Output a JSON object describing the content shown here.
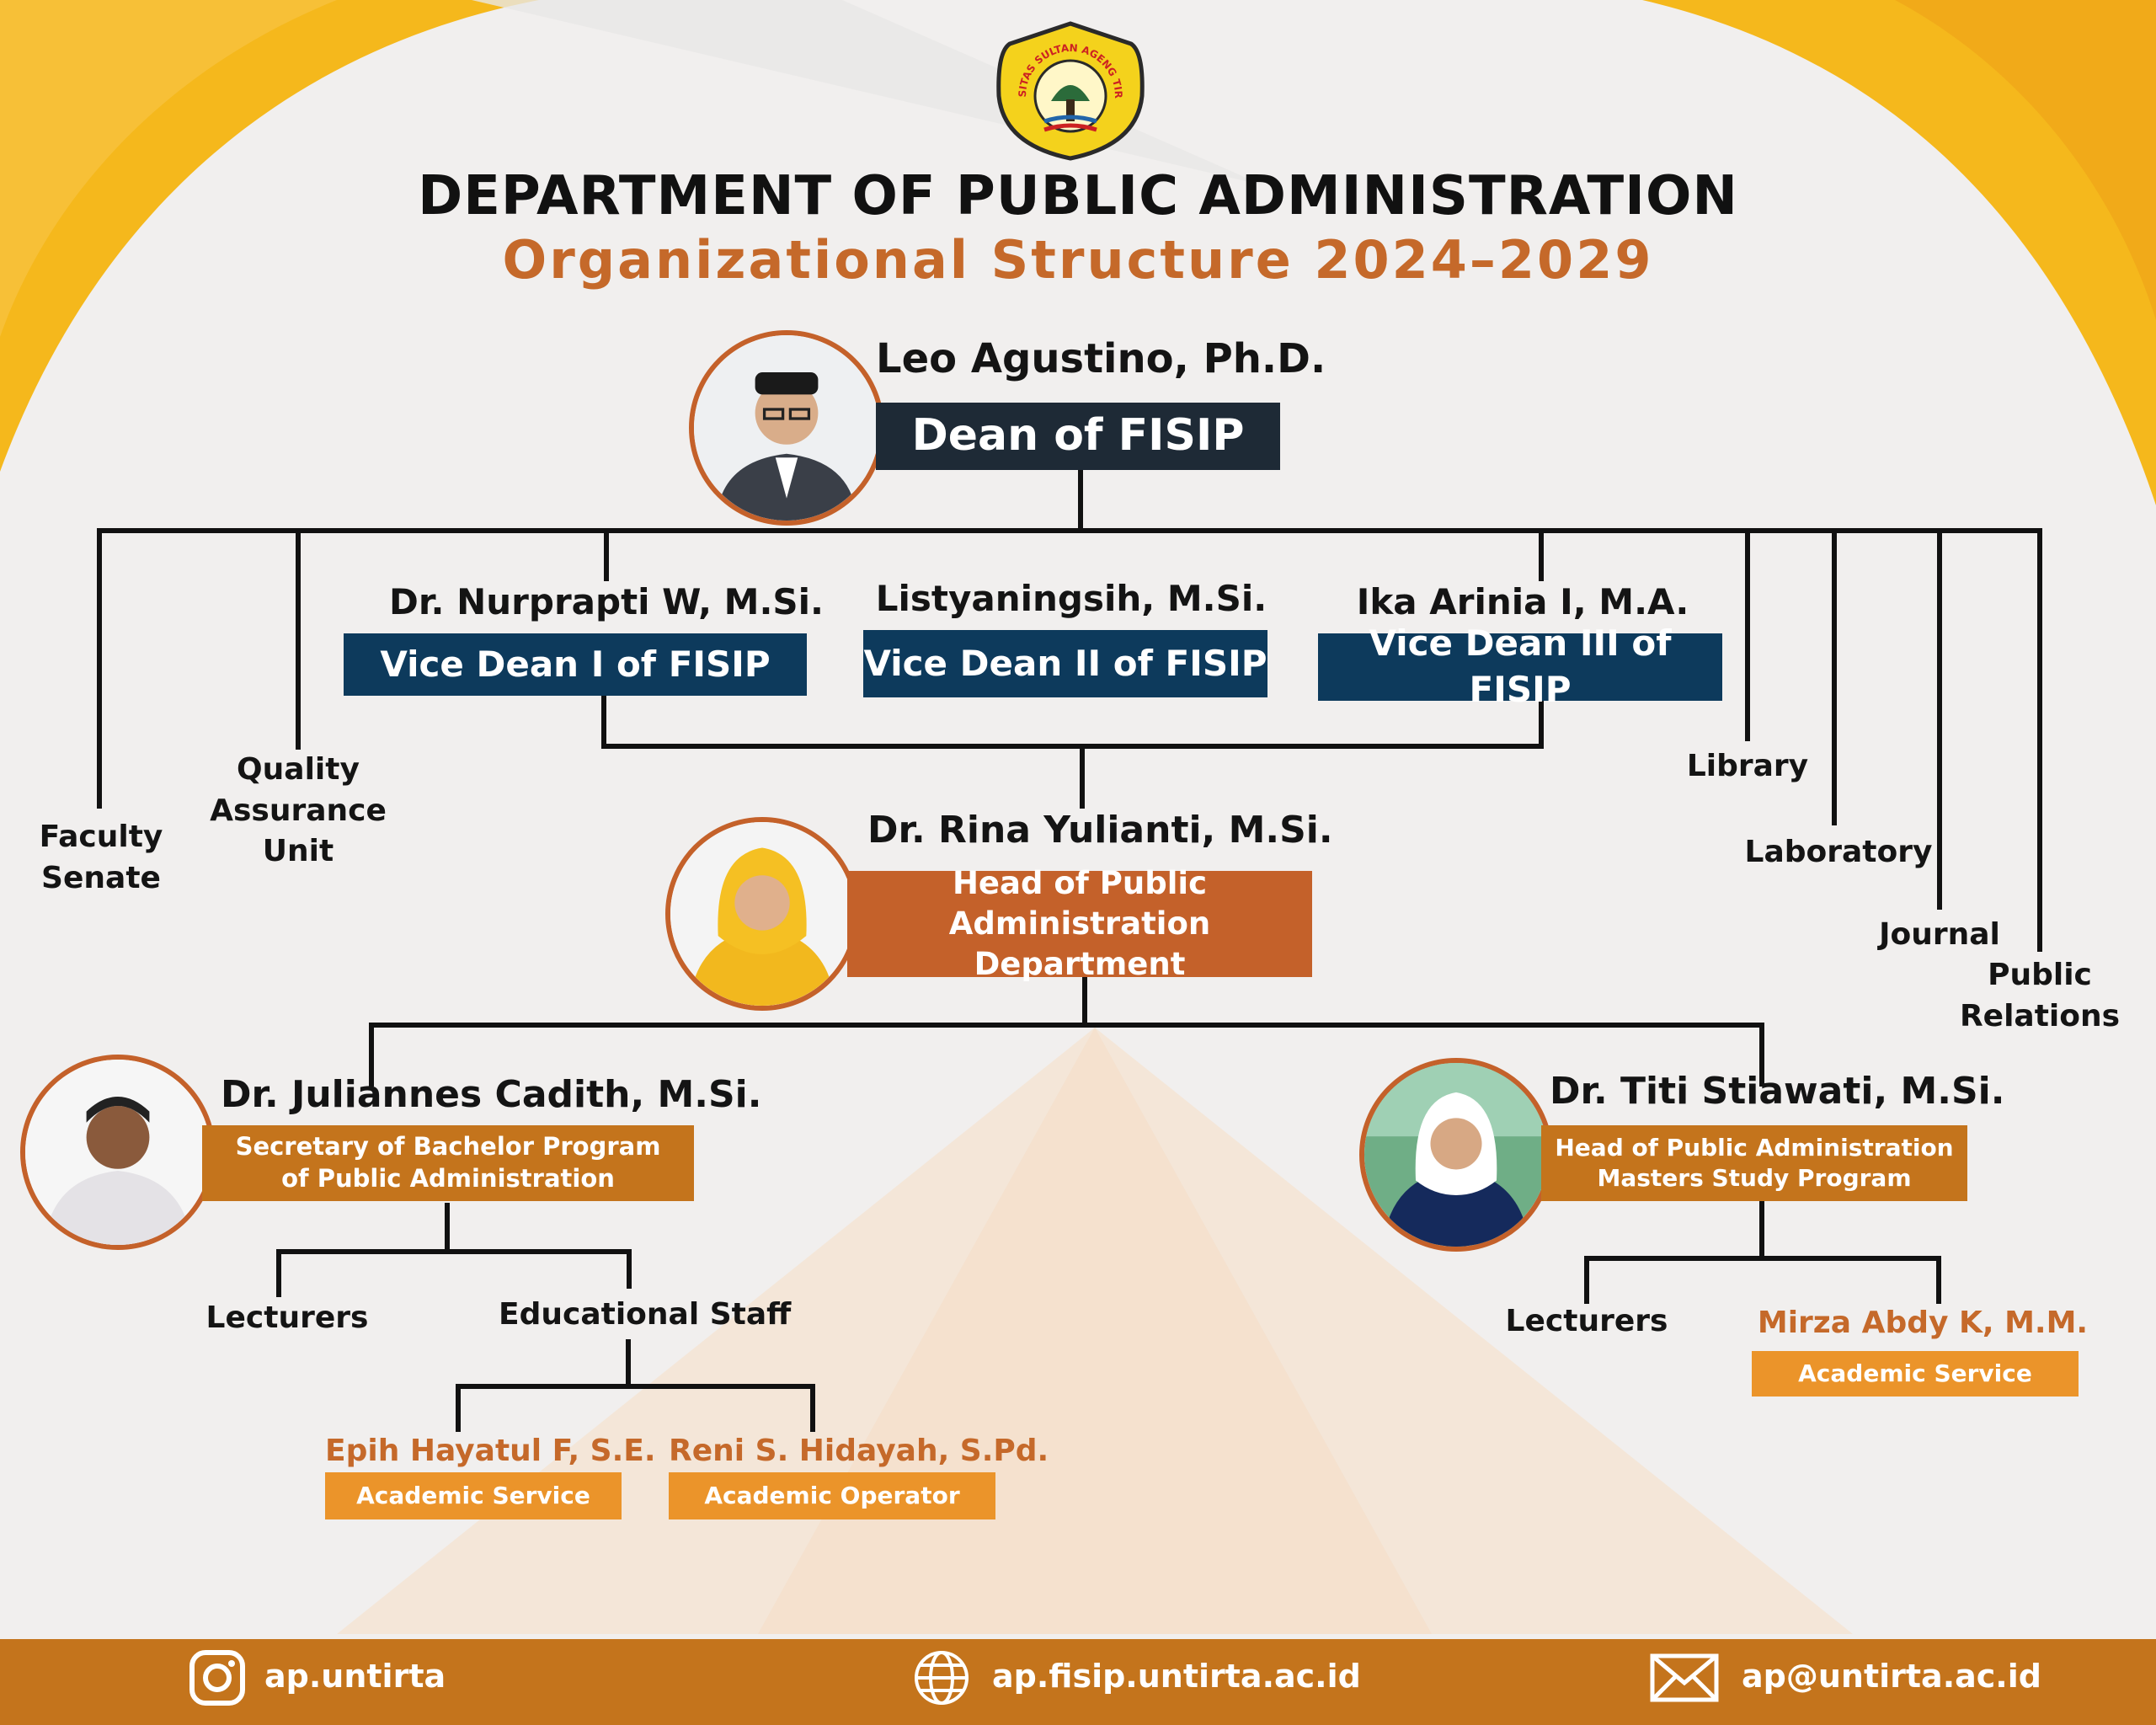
{
  "header": {
    "title": "DEPARTMENT OF PUBLIC ADMINISTRATION",
    "subtitle": "Organizational Structure 2024–2029",
    "logo_text": "UNIVERSITAS SULTAN AGENG TIRTAYASA"
  },
  "dean": {
    "name": "Leo Agustino, Ph.D.",
    "title": "Dean of FISIP"
  },
  "vice_deans": [
    {
      "name": "Dr. Nurprapti W, M.Si.",
      "title": "Vice Dean I of FISIP"
    },
    {
      "name": "Listyaningsih, M.Si.",
      "title": "Vice Dean II of FISIP"
    },
    {
      "name": "Ika Arinia I, M.A.",
      "title": "Vice Dean III of FISIP"
    }
  ],
  "left_units": [
    {
      "line1": "Faculty",
      "line2": "Senate",
      "line3": ""
    },
    {
      "line1": "Quality",
      "line2": "Assurance",
      "line3": "Unit"
    }
  ],
  "right_units": [
    {
      "line1": "Library",
      "line2": ""
    },
    {
      "line1": "Laboratory",
      "line2": ""
    },
    {
      "line1": "Journal",
      "line2": ""
    },
    {
      "line1": "Public",
      "line2": "Relations"
    }
  ],
  "head": {
    "name": "Dr. Rina Yulianti, M.Si.",
    "title_line1": "Head of Public",
    "title_line2": "Administration Department"
  },
  "secretary": {
    "name": "Dr. Juliannes Cadith, M.Si.",
    "title_line1": "Secretary of Bachelor Program",
    "title_line2": "of Public Administration"
  },
  "masters_head": {
    "name": "Dr. Titi Stiawati, M.Si.",
    "title_line1": "Head of Public Administration",
    "title_line2": "Masters Study Program"
  },
  "bachelor_branches": {
    "lecturers": "Lecturers",
    "educational_staff": "Educational Staff"
  },
  "masters_branches": {
    "lecturers": "Lecturers"
  },
  "staff": [
    {
      "name": "Epih Hayatul F, S.E.",
      "role": "Academic Service"
    },
    {
      "name": "Reni S. Hidayah, S.Pd.",
      "role": "Academic Operator"
    },
    {
      "name": "Mirza Abdy K, M.M.",
      "role": "Academic Service"
    }
  ],
  "footer": {
    "instagram": "ap.untirta",
    "website": "ap.fisip.untirta.ac.id",
    "email": "ap@untirta.ac.id"
  },
  "colors": {
    "accent_yellow": "#f4b21b",
    "rust": "#c4612a",
    "gold": "#c4741c",
    "navy": "#0d3a5c",
    "orange": "#eb942a"
  }
}
